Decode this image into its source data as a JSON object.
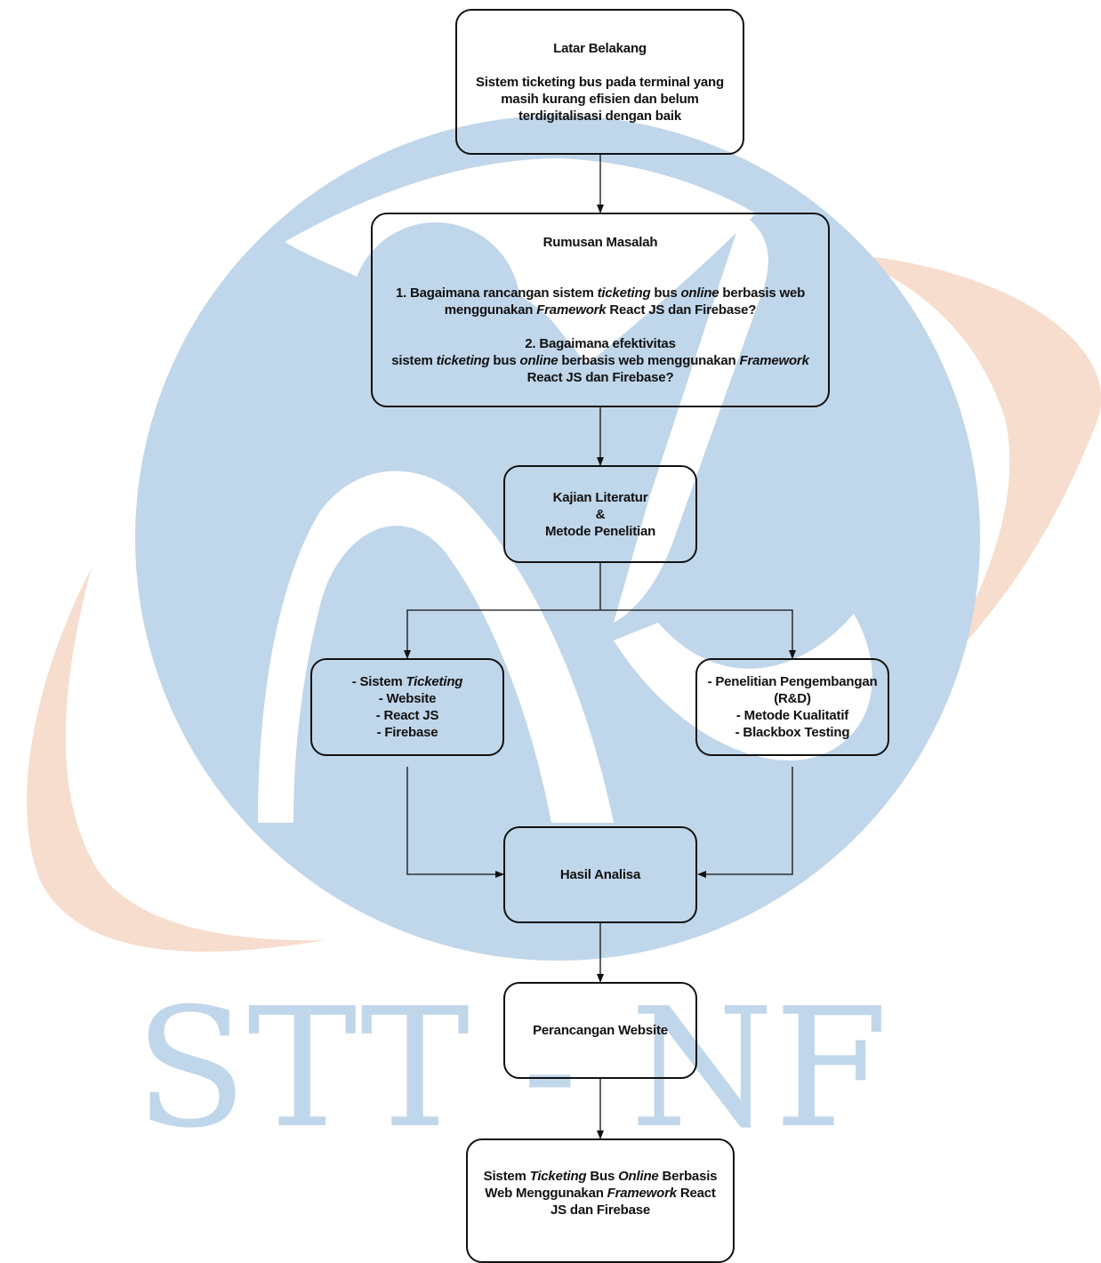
{
  "watermark": {
    "text": "STT - NF"
  },
  "nodes": {
    "latar": {
      "title": "Latar Belakang",
      "lines": [
        "Sistem ticketing bus pada terminal yang",
        "masih kurang efisien dan belum",
        "terdigitalisasi dengan baik"
      ]
    },
    "rumusan": {
      "title": "Rumusan Masalah",
      "q1_a": "1. Bagaimana rancangan sistem ",
      "q1_b": "ticketing",
      "q1_c": " bus ",
      "q1_d": "online",
      "q1_e": " berbasis web",
      "q1_f": "menggunakan ",
      "q1_g": "Framework",
      "q1_h": " React JS dan Firebase?",
      "q2_a": "2. Bagaimana efektivitas",
      "q2_b": "sistem ",
      "q2_c": "ticketing",
      "q2_d": " bus ",
      "q2_e": "online",
      "q2_f": " berbasis web menggunakan ",
      "q2_g": "Framework",
      "q2_h": "React JS dan Firebase?"
    },
    "kajian": {
      "lines": [
        "Kajian Literatur",
        "&",
        "Metode Penelitian"
      ]
    },
    "sistem": {
      "l1a": "- Sistem ",
      "l1b": "Ticketing",
      "lines": [
        "- Website",
        "- React JS",
        "- Firebase"
      ]
    },
    "penelitian": {
      "lines": [
        "- Penelitian Pengembangan",
        "(R&D)",
        "- Metode Kualitatif",
        "- Blackbox Testing"
      ]
    },
    "hasil": {
      "label": "Hasil Analisa"
    },
    "perancangan": {
      "label": "Perancangan Website"
    },
    "output": {
      "a": "Sistem ",
      "b": "Ticketing",
      "c": " Bus ",
      "d": "Online",
      "e": " Berbasis",
      "f": "Web Menggunakan ",
      "g": "Framework",
      "h": " React",
      "i": "JS dan Firebase"
    }
  },
  "colors": {
    "watermark_blue": "#c0d6ea",
    "watermark_orange": "#f6ddcd",
    "border": "#111111"
  }
}
